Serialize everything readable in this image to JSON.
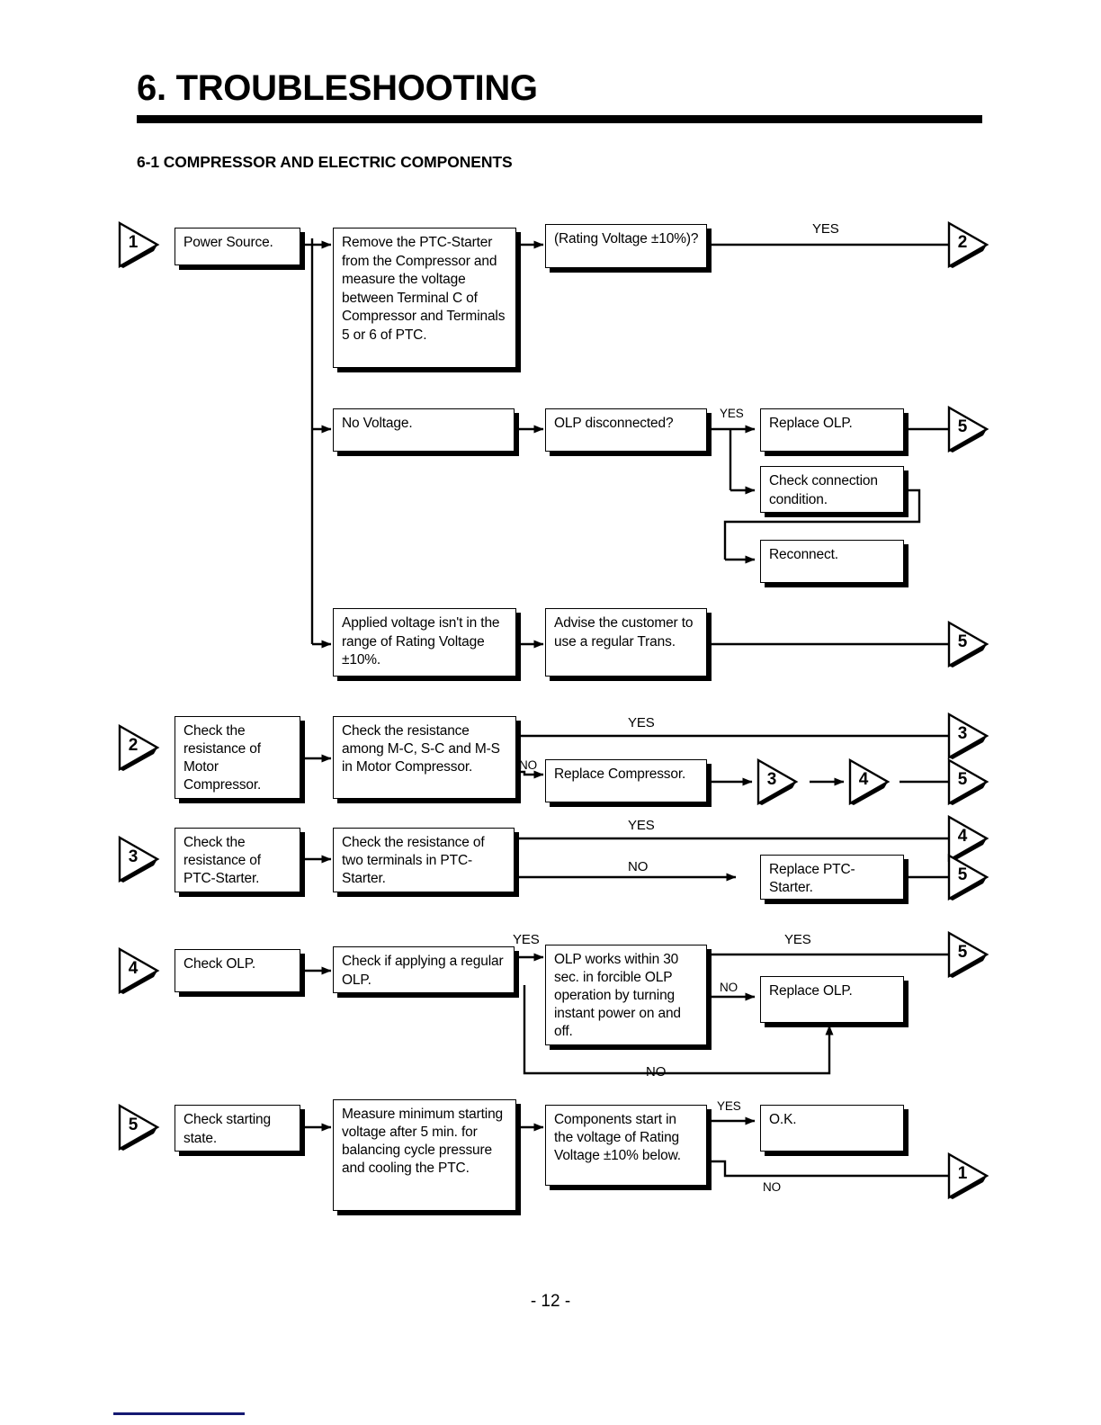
{
  "header": {
    "title": "6. TROUBLESHOOTING",
    "subtitle": "6-1 COMPRESSOR AND ELECTRIC COMPONENTS"
  },
  "footer": {
    "page_number": "- 12 -"
  },
  "colors": {
    "ink": "#000000",
    "corner_mark": "#151a72",
    "page": "#ffffff"
  },
  "flowchart": {
    "nodes": {
      "power_source": "Power Source.",
      "remove_ptc": "Remove the PTC-Starter from the Compressor and measure the voltage between Terminal C of Compressor and Terminals 5 or 6 of PTC.",
      "rating_voltage": "(Rating Voltage ±10%)?",
      "no_voltage": "No Voltage.",
      "olp_disconnected": "OLP disconnected?",
      "replace_olp_1": "Replace OLP.",
      "check_connection": "Check connection condition.",
      "reconnect": "Reconnect.",
      "applied_voltage": "Applied voltage isn't in the range of Rating Voltage ±10%.",
      "advise_customer": "Advise the customer to use a regular Trans.",
      "check_res_motor": "Check the resistance of Motor Compressor.",
      "check_res_mc_sc_ms": "Check the resistance among M-C, S-C and M-S in Motor Compressor.",
      "replace_compressor": "Replace Compressor.",
      "check_res_ptc": "Check the resistance of PTC-Starter.",
      "check_two_terminals": "Check the resistance of two terminals in PTC-Starter.",
      "replace_ptc": "Replace PTC-Starter.",
      "check_olp": "Check OLP.",
      "check_regular_olp": "Check if applying a regular OLP.",
      "olp_works_30sec": "OLP works within 30 sec. in forcible OLP operation by turning instant power on and off.",
      "replace_olp_2": "Replace OLP.",
      "check_starting_state": "Check starting state.",
      "measure_min_voltage": "Measure minimum starting voltage after 5 min. for balancing cycle pressure and cooling the PTC.",
      "components_start": "Components start in the voltage of Rating Voltage ±10% below.",
      "ok": "O.K."
    },
    "connectors": {
      "start_1": "1",
      "to_2": "2",
      "to_5_a": "5",
      "to_5_b": "5",
      "start_2": "2",
      "to_3_a": "3",
      "to_3_b": "3",
      "to_4_a": "4",
      "to_5_c": "5",
      "start_3": "3",
      "to_4_b": "4",
      "to_5_d": "5",
      "start_4": "4",
      "to_5_e": "5",
      "start_5": "5",
      "to_1": "1"
    },
    "edge_labels": {
      "yes_rating": "YES",
      "yes_olp_disc": "YES",
      "yes_motor": "YES",
      "no_motor": "NO",
      "yes_ptc": "YES",
      "no_ptc": "NO",
      "yes_regular_olp": "YES",
      "yes_olp_works": "YES",
      "no_olp_works": "NO",
      "no_loop_olp": "NO",
      "yes_components": "YES",
      "no_components": "NO"
    }
  }
}
